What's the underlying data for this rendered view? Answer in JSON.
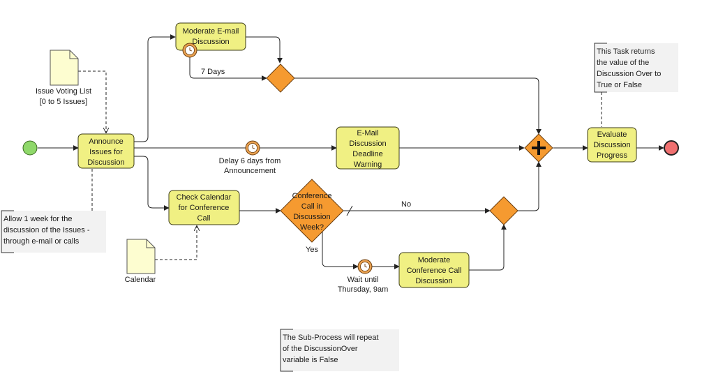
{
  "tasks": {
    "moderate_email": [
      "Moderate E-mail",
      "Discussion"
    ],
    "announce": [
      "Announce",
      "Issues for",
      "Discussion"
    ],
    "email_deadline": [
      "E-Mail",
      "Discussion",
      "Deadline",
      "Warning"
    ],
    "check_calendar": [
      "Check Calendar",
      "for Conference",
      "Call"
    ],
    "moderate_conf": [
      "Moderate",
      "Conference Call",
      "Discussion"
    ],
    "evaluate": [
      "Evaluate",
      "Discussion",
      "Progress"
    ]
  },
  "gateways": {
    "conference_call": [
      "Conference",
      "Call in",
      "Discussion",
      "Week?"
    ]
  },
  "labels": {
    "seven_days": "7 Days",
    "delay": [
      "Delay 6 days from",
      "Announcement"
    ],
    "no": "No",
    "yes": "Yes",
    "wait": [
      "Wait until",
      "Thursday, 9am"
    ]
  },
  "documents": {
    "issue_voting": [
      "Issue Voting List",
      "[0 to 5 Issues]"
    ],
    "calendar": [
      "Calendar"
    ]
  },
  "notes": {
    "allow": [
      "Allow 1 week for the",
      "discussion of the Issues -",
      "through e-mail or calls"
    ],
    "task_returns": [
      "This Task returns",
      "the value of the",
      "Discussion Over to",
      "True or False"
    ],
    "subprocess": [
      "The Sub-Process will repeat",
      "of the DiscussionOver",
      "variable is False"
    ]
  },
  "colors": {
    "task_fill": "#f0f083",
    "gateway_fill": "#f59a30",
    "start_event": "#8fd86a",
    "end_event": "#f07070",
    "note_fill": "#f2f2f2"
  }
}
